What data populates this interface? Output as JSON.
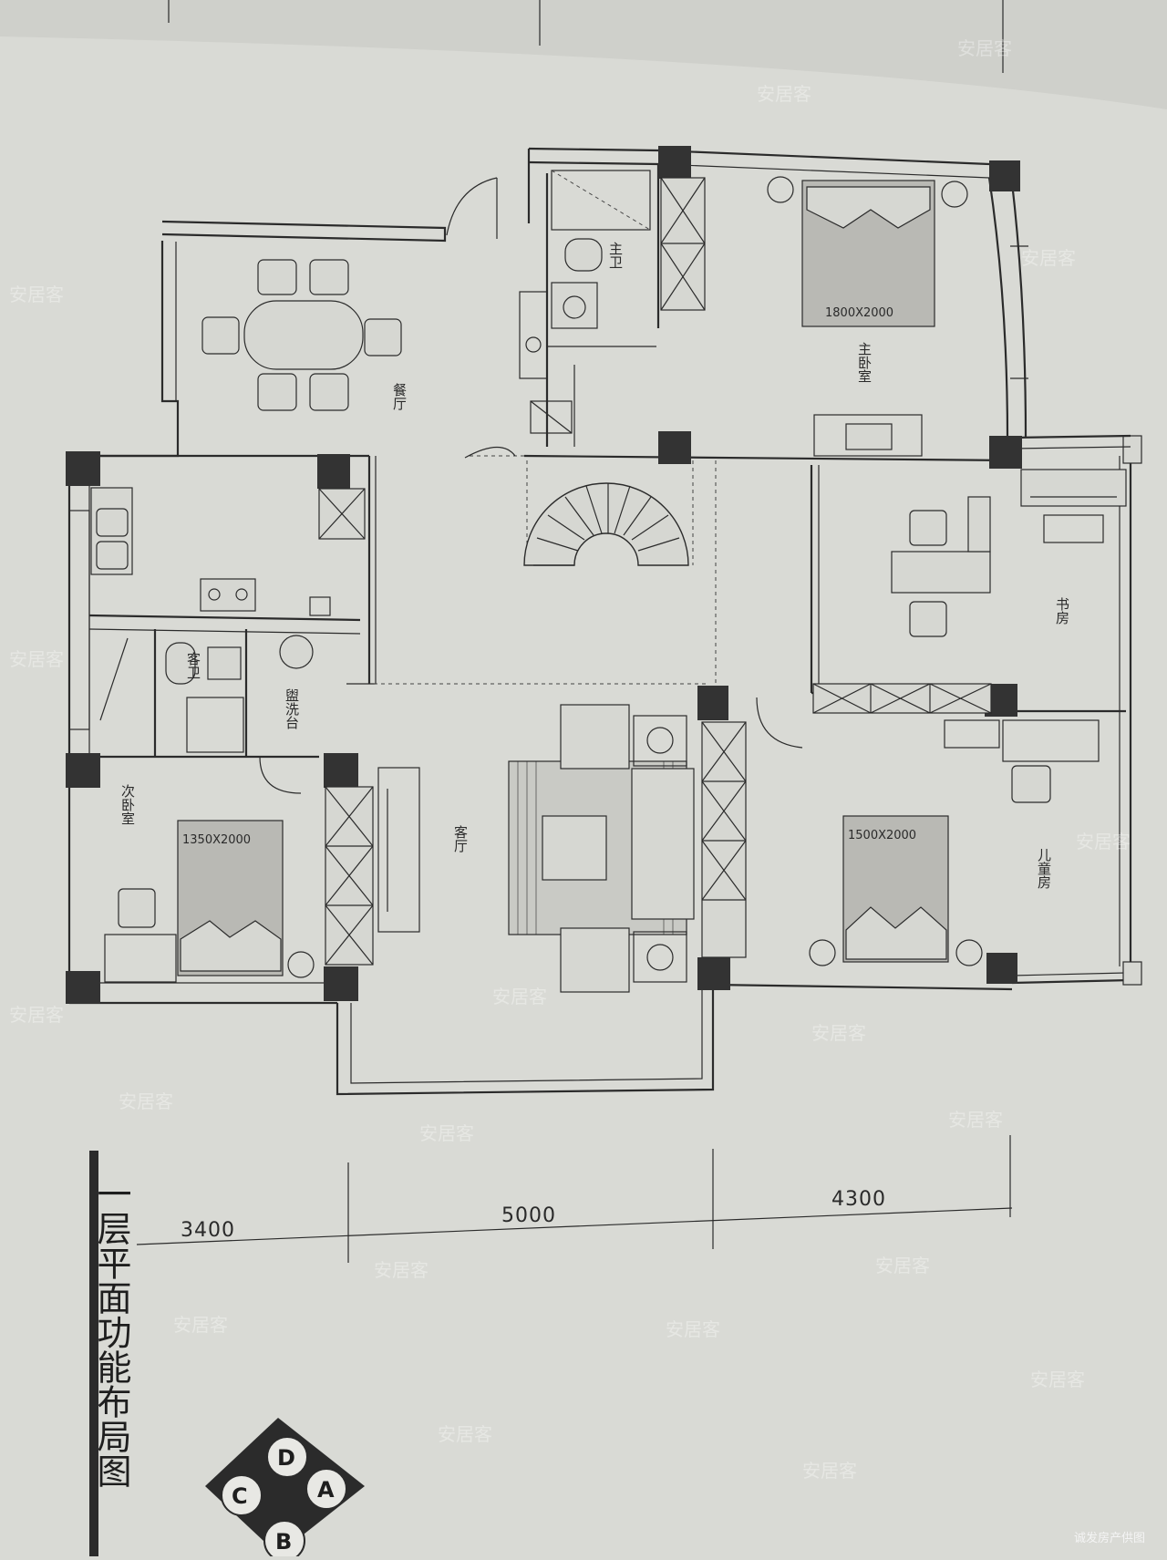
{
  "rooms": {
    "dining": "餐厅",
    "master_bath": "主卫",
    "master_bedroom": "主卧室",
    "study": "书房",
    "guest_bath": "客卫",
    "wash_basin": "盥洗台",
    "second_bedroom": "次卧室",
    "living": "客厅",
    "kids_room": "儿童房"
  },
  "beds": {
    "master": "1800X2000",
    "second": "1350X2000",
    "kids": "1500X2000"
  },
  "dimensions": [
    "3400",
    "5000",
    "4300"
  ],
  "title": "一层平面功能布局图",
  "compass": [
    "A",
    "B",
    "C",
    "D"
  ],
  "watermark": "安居客",
  "credit": "诚发房产供图"
}
